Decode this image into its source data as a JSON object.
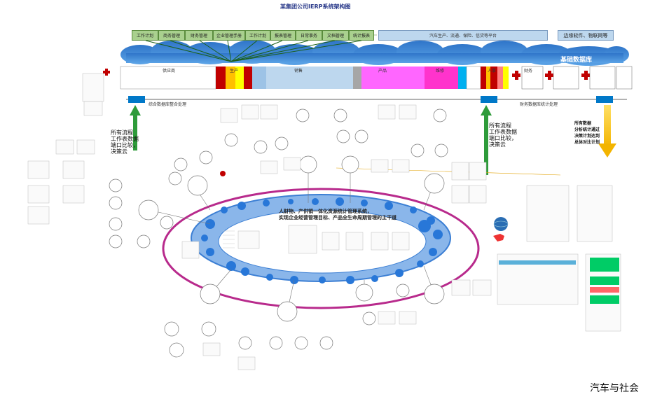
{
  "title": "某集团公司IERP系统架构图",
  "top_modules": [
    "工作计划",
    "商务管理",
    "财务管理",
    "企业管理手册",
    "工作计划",
    "报表管理",
    "日常事务",
    "文档管理",
    "统计报表"
  ],
  "car_lifecycle_bar": "汽车生产、流通、保险、信贷等平台",
  "edge_box": "边缘软件、物联网等",
  "cloud_label": "基础数据库",
  "band_headers": [
    "供应商",
    "生产",
    "销售",
    "产品",
    "维修",
    "人事",
    "财务"
  ],
  "left_notes": [
    "所有流程",
    "工作表数据",
    "端口比较，",
    "决策云"
  ],
  "right_notes": [
    "所有流程",
    "工作表数据",
    "端口比较，",
    "决策云"
  ],
  "far_right_notes": [
    "所有数据",
    "分析统计通过",
    "决策计划达到",
    "总体对比计划"
  ],
  "arrow_labels": {
    "left_center": "综合数据库整合处理",
    "right_center": "财务数据库统计处理"
  },
  "ring_text": [
    "人财物、产供销一体化资源统计管理系统，",
    "实现企业经营管理目标、产品全生命周期管理的主干道"
  ],
  "watermark": "汽车与社会"
}
